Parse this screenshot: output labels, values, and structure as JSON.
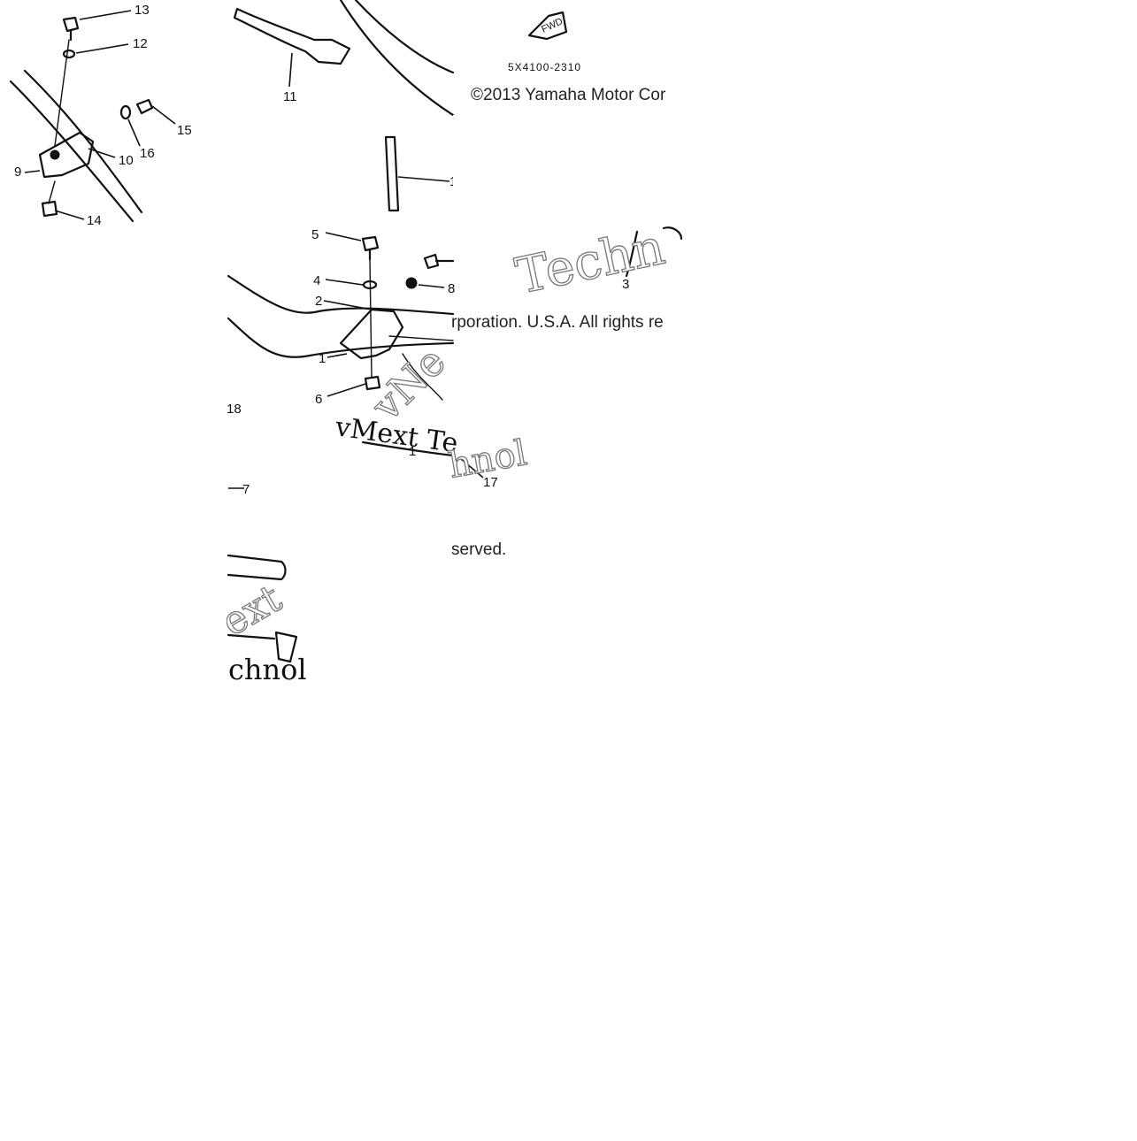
{
  "diagram": {
    "part_code": "5X4100-2310",
    "fwd_label": "FWD",
    "copyright_line1": "©2013 Yamaha Motor Cor",
    "copyright_line2": "rporation. U.S.A. All rights re",
    "copyright_line3": "served.",
    "watermark_fragments": [
      "Techn",
      "vNe",
      "vMext Te",
      "hnol",
      "ext",
      "chnol"
    ],
    "callouts": [
      "1",
      "2",
      "3",
      "4",
      "5",
      "6",
      "7",
      "8",
      "9",
      "10",
      "11",
      "12",
      "13",
      "14",
      "15",
      "16",
      "17",
      "18",
      "1",
      "1"
    ]
  }
}
